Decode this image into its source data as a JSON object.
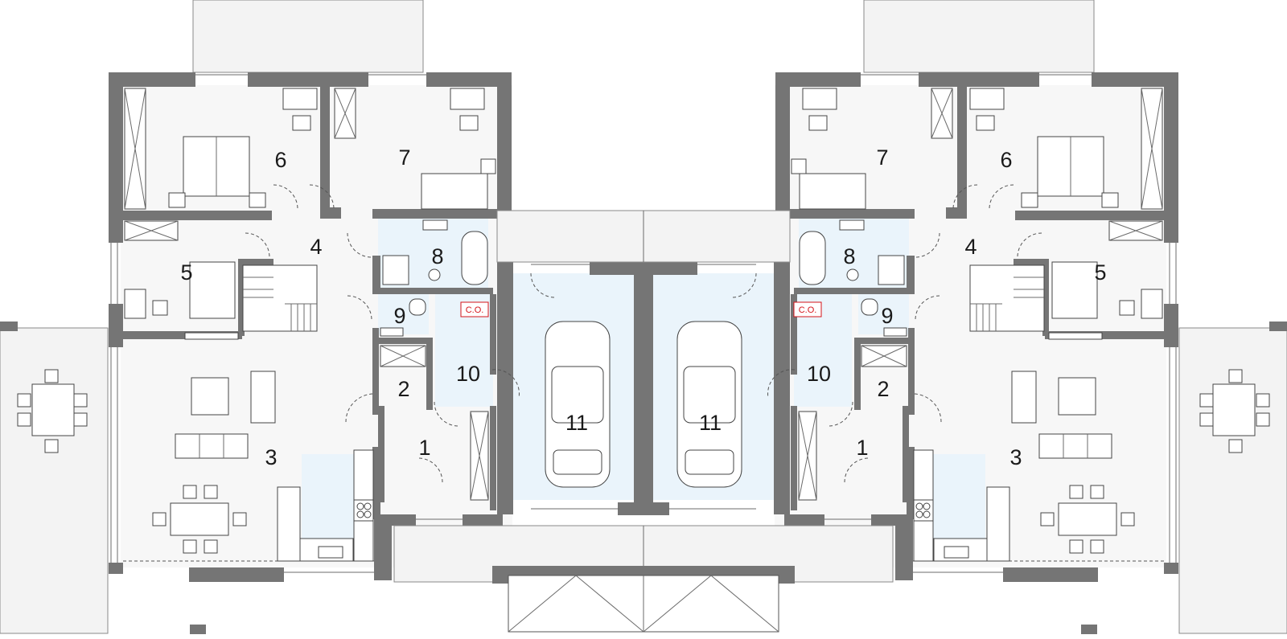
{
  "plan": {
    "room_labels": {
      "left": {
        "r1": "1",
        "r2": "2",
        "r3": "3",
        "r4": "4",
        "r5": "5",
        "r6": "6",
        "r7": "7",
        "r8": "8",
        "r9": "9",
        "r10": "10",
        "r11": "11"
      },
      "right": {
        "r1": "1",
        "r2": "2",
        "r3": "3",
        "r4": "4",
        "r5": "5",
        "r6": "6",
        "r7": "7",
        "r8": "8",
        "r9": "9",
        "r10": "10",
        "r11": "11"
      }
    },
    "boiler_label": "C.O.",
    "colors": {
      "wall": "#757575",
      "wet_rooms": "#eaf4fb",
      "floor": "#f7f7f7",
      "marker": "#d4141a"
    }
  }
}
